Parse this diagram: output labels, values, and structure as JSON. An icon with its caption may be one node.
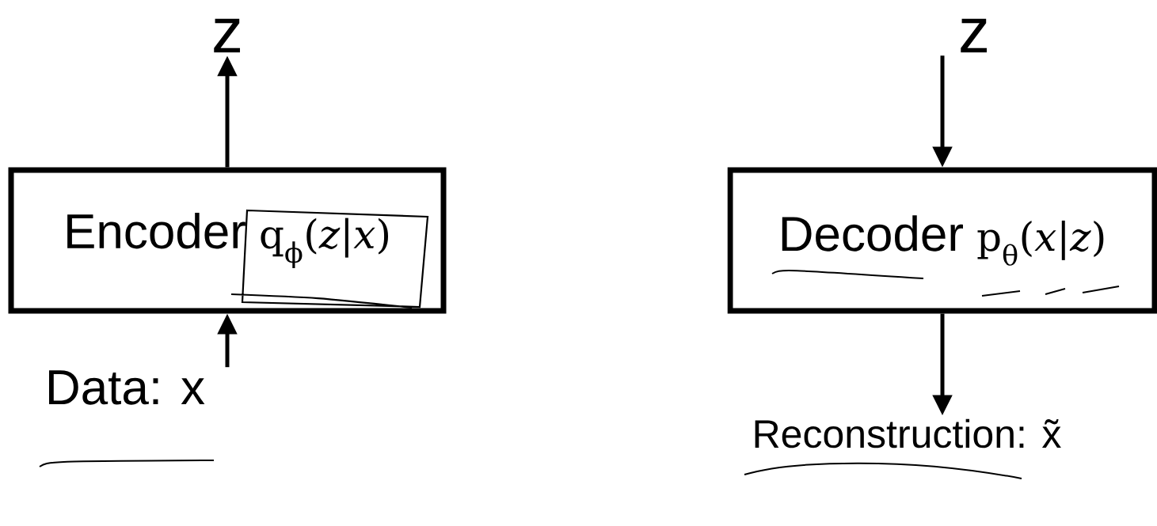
{
  "diagram": {
    "nodes": [
      {
        "text": [
          "z"
        ]
      },
      {
        "text": [
          "Encoder",
          "q$_{ϕ}$(*z*|*x*)"
        ]
      },
      {
        "text": [
          "Data: x"
        ]
      },
      {
        "text": [
          "z"
        ]
      },
      {
        "text": [
          "Decoder",
          "p$_{θ}$(*x*|*z*)"
        ]
      },
      {
        "text": [
          "Reconstruction: x̃"
        ]
      }
    ],
    "edges": [
      {
        "from": 2,
        "to": 1,
        "arrow": "to"
      },
      {
        "from": 1,
        "to": 0,
        "arrow": "to"
      },
      {
        "from": 3,
        "to": 4,
        "arrow": "to"
      },
      {
        "from": 4,
        "to": 5,
        "arrow": "to"
      }
    ]
  }
}
